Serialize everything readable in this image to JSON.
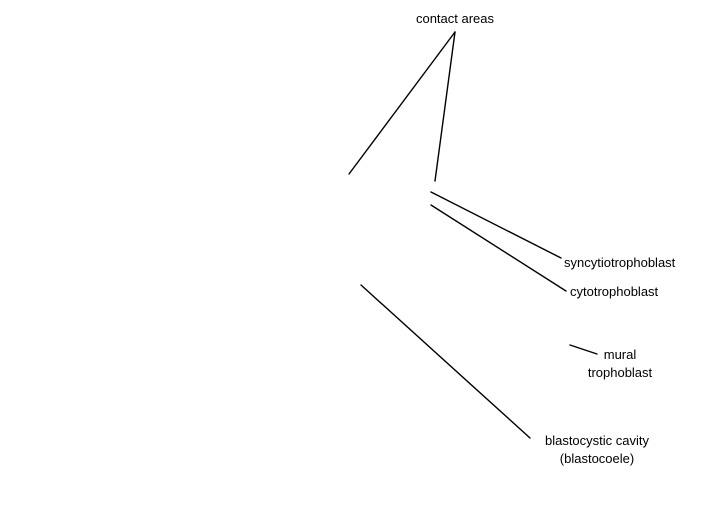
{
  "labels": {
    "contact_areas": "contact areas",
    "syncytiotrophoblast": "syncytiotrophoblast",
    "cytotrophoblast": "cytotrophoblast",
    "mural_trophoblast": [
      "mural",
      "trophoblast"
    ],
    "blastocystic_cavity": [
      "blastocystic cavity",
      "(blastocoele)"
    ]
  },
  "colors": {
    "background": "#ffffff",
    "line": "#000000",
    "text": "#000000"
  }
}
